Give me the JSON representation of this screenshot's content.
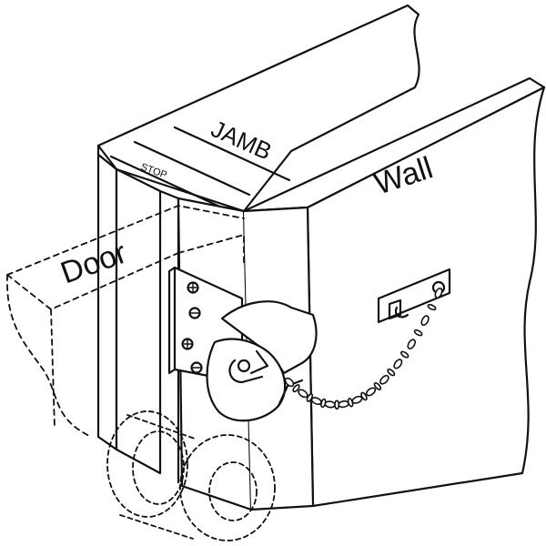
{
  "labels": {
    "jamb": "JAMB",
    "stop": "STOP",
    "wall": "Wall",
    "door": "Door"
  },
  "colors": {
    "line": "#111111",
    "background": "#ffffff"
  }
}
